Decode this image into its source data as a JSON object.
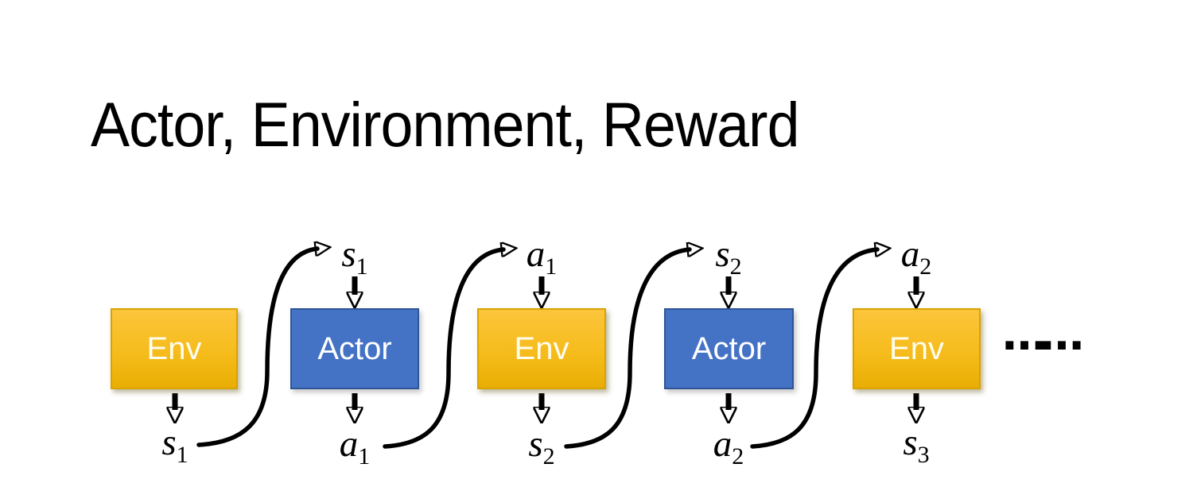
{
  "title": "Actor, Environment, Reward",
  "colors": {
    "env_top": "#FCC53B",
    "env_bottom": "#E9AE04",
    "env_border": "#D9A201",
    "env_text": "#FFFDEE",
    "actor_fill": "#4472C4",
    "actor_border": "#2F5597",
    "actor_text": "#FFFFFF",
    "arrow": "#000000",
    "title_text": "#000000"
  },
  "diagram": {
    "nodes": [
      {
        "label": "Env",
        "type": "env"
      },
      {
        "label": "Actor",
        "type": "actor"
      },
      {
        "label": "Env",
        "type": "env"
      },
      {
        "label": "Actor",
        "type": "actor"
      },
      {
        "label": "Env",
        "type": "env"
      }
    ],
    "top_labels": [
      {
        "base": "s",
        "sub": "1"
      },
      {
        "base": "a",
        "sub": "1"
      },
      {
        "base": "s",
        "sub": "2"
      },
      {
        "base": "a",
        "sub": "2"
      }
    ],
    "bottom_labels": [
      {
        "base": "s",
        "sub": "1"
      },
      {
        "base": "a",
        "sub": "1"
      },
      {
        "base": "s",
        "sub": "2"
      },
      {
        "base": "a",
        "sub": "2"
      },
      {
        "base": "s",
        "sub": "3"
      }
    ],
    "ellipsis": "……"
  }
}
